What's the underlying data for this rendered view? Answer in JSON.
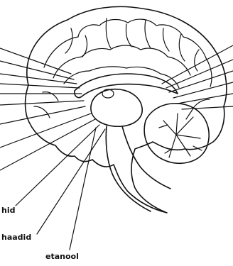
{
  "labels": {
    "bottom_left_1": "hid",
    "bottom_left_2": "haadid",
    "bottom": "etanool"
  }
}
